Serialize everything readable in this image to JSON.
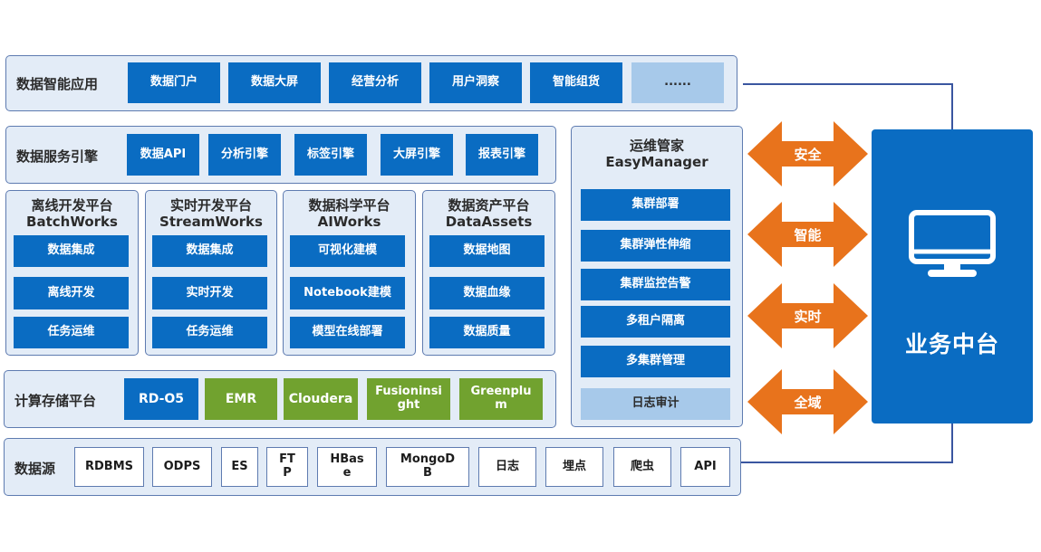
{
  "layers": {
    "apps": {
      "label": "数据智能应用",
      "items": [
        "数据门户",
        "数据大屏",
        "经营分析",
        "用户洞察",
        "智能组货",
        "......"
      ]
    },
    "services": {
      "label": "数据服务引擎",
      "items": [
        "数据API",
        "分析引擎",
        "标签引擎",
        "大屏引擎",
        "报表引擎"
      ]
    },
    "platforms": [
      {
        "title": "离线开发平台",
        "subtitle": "BatchWorks",
        "items": [
          "数据集成",
          "离线开发",
          "任务运维"
        ]
      },
      {
        "title": "实时开发平台",
        "subtitle": "StreamWorks",
        "items": [
          "数据集成",
          "实时开发",
          "任务运维"
        ]
      },
      {
        "title": "数据科学平台",
        "subtitle": "AIWorks",
        "items": [
          "可视化建模",
          "Notebook建模",
          "模型在线部署"
        ]
      },
      {
        "title": "数据资产平台",
        "subtitle": "DataAssets",
        "items": [
          "数据地图",
          "数据血缘",
          "数据质量"
        ]
      }
    ],
    "compute": {
      "label": "计算存储平台",
      "items": [
        {
          "text": "RD-O5",
          "style": "blue"
        },
        {
          "text": "EMR",
          "style": "green"
        },
        {
          "text": "Cloudera",
          "style": "green"
        },
        {
          "text": "Fusioninsi ght",
          "style": "green"
        },
        {
          "text": "Greenplu m",
          "style": "green"
        }
      ]
    },
    "sources": {
      "label": "数据源",
      "items": [
        "RDBMS",
        "ODPS",
        "ES",
        "FT P",
        "HBas e",
        "MongoD B",
        "日志",
        "埋点",
        "爬虫",
        "API"
      ]
    }
  },
  "ops": {
    "title": "运维管家",
    "subtitle": "EasyManager",
    "items": [
      "集群部署",
      "集群弹性伸缩",
      "集群监控告警",
      "多租户隔离",
      "多集群管理",
      "日志审计"
    ]
  },
  "arrows": [
    "安全",
    "智能",
    "实时",
    "全域"
  ],
  "business": {
    "title": "业务中台",
    "icon": "monitor-icon"
  },
  "colors": {
    "primary_blue": "#0a6cc2",
    "light_blue": "#a7c9ea",
    "green": "#71a22f",
    "orange": "#e8731c",
    "panel_bg": "#e3ecf7",
    "border": "#5e7bb0"
  }
}
